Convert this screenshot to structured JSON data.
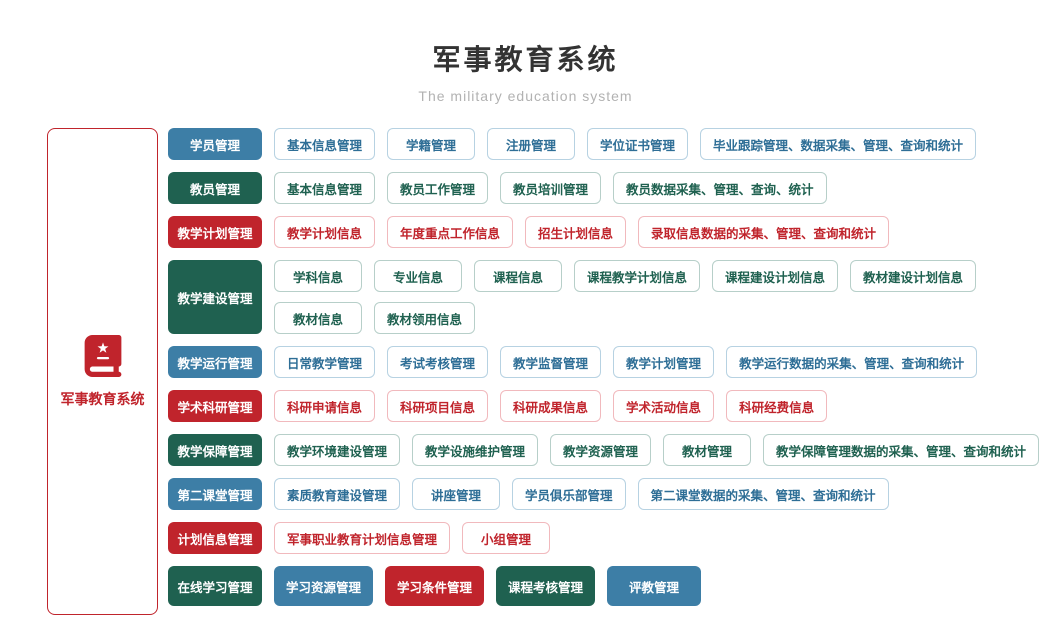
{
  "header": {
    "title": "军事教育系统",
    "subtitle": "The military education system"
  },
  "sidebar": {
    "label": "军事教育系统",
    "icon": "book-star-icon"
  },
  "colors": {
    "blue": "#3d7ea6",
    "blue_text": "#2e6e96",
    "green": "#1f6150",
    "red": "#c0242c",
    "blue_light": "#b7d2e2",
    "green_light": "#b7cfc9",
    "red_light": "#f1b9bd"
  },
  "rows": [
    {
      "category": "学员管理",
      "color": "blue",
      "items": [
        "基本信息管理",
        "学籍管理",
        "注册管理",
        "学位证书管理",
        "毕业跟踪管理、数据采集、管理、查询和统计"
      ]
    },
    {
      "category": "教员管理",
      "color": "green",
      "items": [
        "基本信息管理",
        "教员工作管理",
        "教员培训管理",
        "教员数据采集、管理、查询、统计"
      ]
    },
    {
      "category": "教学计划管理",
      "color": "red",
      "items": [
        "教学计划信息",
        "年度重点工作信息",
        "招生计划信息",
        "录取信息数据的采集、管理、查询和统计"
      ]
    },
    {
      "category": "教学建设管理",
      "color": "green",
      "items": [
        "学科信息",
        "专业信息",
        "课程信息",
        "课程教学计划信息",
        "课程建设计划信息",
        "教材建设计划信息",
        "教材信息",
        "教材领用信息"
      ]
    },
    {
      "category": "教学运行管理",
      "color": "blue",
      "items": [
        "日常教学管理",
        "考试考核管理",
        "教学监督管理",
        "教学计划管理",
        "教学运行数据的采集、管理、查询和统计"
      ]
    },
    {
      "category": "学术科研管理",
      "color": "red",
      "items": [
        "科研申请信息",
        "科研项目信息",
        "科研成果信息",
        "学术活动信息",
        "科研经费信息"
      ]
    },
    {
      "category": "教学保障管理",
      "color": "green",
      "items": [
        "教学环境建设管理",
        "教学设施维护管理",
        "教学资源管理",
        "教材管理",
        "教学保障管理数据的采集、管理、查询和统计"
      ]
    },
    {
      "category": "第二课堂管理",
      "color": "blue",
      "items": [
        "素质教育建设管理",
        "讲座管理",
        "学员俱乐部管理",
        "第二课堂数据的采集、管理、查询和统计"
      ]
    },
    {
      "category": "计划信息管理",
      "color": "red",
      "items": [
        "军事职业教育计划信息管理",
        "小组管理"
      ]
    },
    {
      "category": "在线学习管理",
      "color": "green",
      "tall": true,
      "items": [
        {
          "label": "学习资源管理",
          "color": "blue"
        },
        {
          "label": "学习条件管理",
          "color": "red"
        },
        {
          "label": "课程考核管理",
          "color": "green"
        },
        {
          "label": "评教管理",
          "color": "blue"
        }
      ]
    }
  ]
}
